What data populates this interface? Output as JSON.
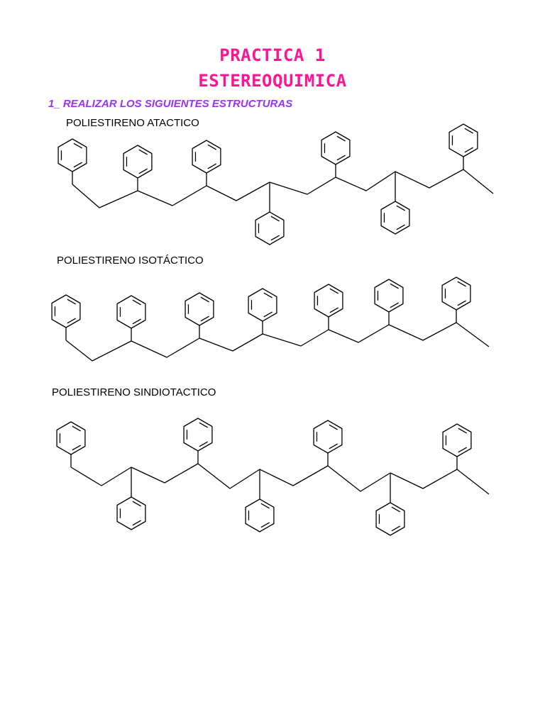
{
  "header": {
    "title_line1": "PRACTICA 1",
    "title_line2": "ESTEREOQUIMICA",
    "title_color": "#ff1493"
  },
  "instruction": {
    "text": "1_ REALIZAR LOS SIGUIENTES ESTRUCTURAS",
    "color": "#9b30ff"
  },
  "structures": [
    {
      "label": "POLIESTIRENO ATACTICO",
      "phenyl_positions": [
        "start",
        "up",
        "up",
        "down",
        "up",
        "down",
        "up"
      ]
    },
    {
      "label": "POLIESTIRENO ISOTÁCTICO",
      "phenyl_positions": [
        "start",
        "up",
        "up",
        "up",
        "up",
        "up",
        "up"
      ]
    },
    {
      "label": "POLIESTIRENO SINDIOTACTICO",
      "phenyl_positions": [
        "start",
        "down",
        "up",
        "down",
        "up",
        "down",
        "up"
      ]
    }
  ]
}
